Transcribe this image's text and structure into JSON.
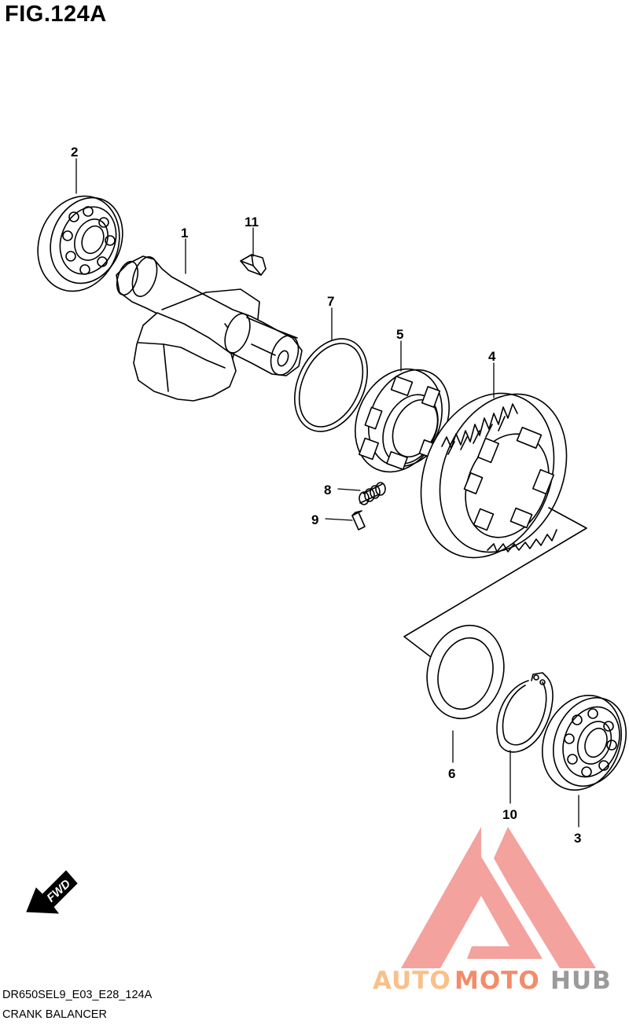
{
  "figure": {
    "title": "FIG.124A",
    "diagram_code": "DR650SEL9_E03_E28_124A",
    "diagram_name": "CRANK BALANCER"
  },
  "callouts": [
    {
      "number": "1",
      "part": "crank-balancer-shaft"
    },
    {
      "number": "2",
      "part": "bearing-left"
    },
    {
      "number": "3",
      "part": "bearing-right"
    },
    {
      "number": "4",
      "part": "balancer-driven-gear"
    },
    {
      "number": "5",
      "part": "gear-damper-hub"
    },
    {
      "number": "6",
      "part": "thrust-washer"
    },
    {
      "number": "7",
      "part": "o-ring"
    },
    {
      "number": "8",
      "part": "spring"
    },
    {
      "number": "9",
      "part": "pin"
    },
    {
      "number": "10",
      "part": "circlip"
    },
    {
      "number": "11",
      "part": "woodruff-key"
    }
  ],
  "fwd_marker": {
    "label": "FWD",
    "icon": "fwd-arrow-icon"
  },
  "watermark": {
    "part1": "AUTO",
    "part2": "MOTO",
    "part3": "HUB",
    "color_light": "#f9c08a",
    "color_mid": "#f28c6a",
    "color_dark": "#9a9a9a",
    "logo_color": "#f2928e"
  }
}
